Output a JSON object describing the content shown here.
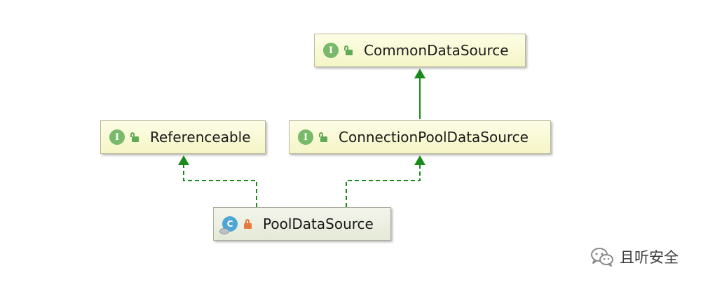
{
  "diagram": {
    "nodes": [
      {
        "id": "common",
        "kind": "interface",
        "badge": "I",
        "visibility": "public",
        "label": "CommonDataSource"
      },
      {
        "id": "referenceable",
        "kind": "interface",
        "badge": "I",
        "visibility": "public",
        "label": "Referenceable"
      },
      {
        "id": "cpds",
        "kind": "interface",
        "badge": "I",
        "visibility": "public",
        "label": "ConnectionPoolDataSource"
      },
      {
        "id": "pool",
        "kind": "class",
        "badge": "C",
        "visibility": "private",
        "label": "PoolDataSource"
      }
    ],
    "edges": [
      {
        "from": "cpds",
        "to": "common",
        "relation": "extends",
        "style": "solid"
      },
      {
        "from": "pool",
        "to": "referenceable",
        "relation": "implements",
        "style": "dashed"
      },
      {
        "from": "pool",
        "to": "cpds",
        "relation": "implements",
        "style": "dashed"
      }
    ],
    "colors": {
      "edge": "#1a8a1a",
      "interface_badge": "#78b96a",
      "class_badge": "#4ea6d6",
      "node_fill": "#fafad6",
      "lock_public": "#5faa55",
      "lock_private": "#e57a3e"
    }
  },
  "watermark": {
    "icon": "wechat-icon",
    "text": "且听安全"
  }
}
